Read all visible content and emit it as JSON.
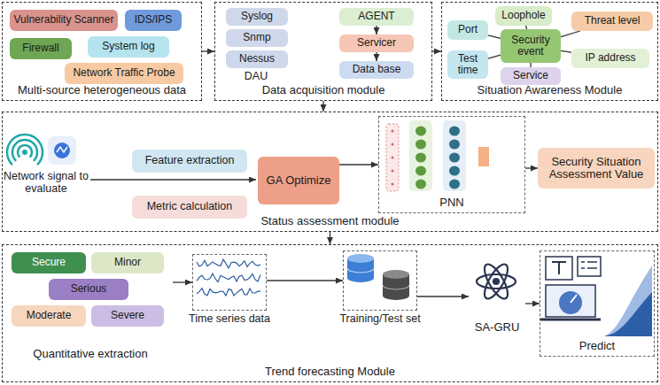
{
  "diagram": {
    "nodes": [
      {
        "text": [
          "Multi-source heterogeneous data"
        ]
      },
      {
        "text": [
          "Vulnerability Scanner"
        ],
        "in": 0
      },
      {
        "text": [
          "IDS/IPS"
        ],
        "in": 0
      },
      {
        "text": [
          "Firewall"
        ],
        "in": 0
      },
      {
        "text": [
          "System log"
        ],
        "in": 0
      },
      {
        "text": [
          "Network Traffic Probe"
        ],
        "in": 0
      },
      {
        "text": [
          "Data acquisition module"
        ]
      },
      {
        "text": [
          "Syslog"
        ],
        "in": 6
      },
      {
        "text": [
          "Snmp"
        ],
        "in": 6
      },
      {
        "text": [
          "Nessus"
        ],
        "in": 6
      },
      {
        "text": [
          "AGENT"
        ],
        "in": 6
      },
      {
        "text": [
          "Servicer"
        ],
        "in": 6
      },
      {
        "text": [
          "Data base"
        ],
        "in": 6
      },
      {
        "text": [
          "Situation Awareness Module"
        ]
      },
      {
        "text": [
          "Port"
        ],
        "in": 13
      },
      {
        "text": [
          "Loophole"
        ],
        "in": 13
      },
      {
        "text": [
          "Security event"
        ],
        "in": 13
      },
      {
        "text": [
          "Threat level"
        ],
        "in": 13
      },
      {
        "text": [
          "Test time"
        ],
        "in": 13
      },
      {
        "text": [
          "IP address"
        ],
        "in": 13
      },
      {
        "text": [
          "Service"
        ],
        "in": 13
      },
      {
        "text": [
          "Status assessment module"
        ]
      },
      {
        "text": [
          "Feature extraction"
        ],
        "in": 21
      },
      {
        "text": [
          "Metric calculation"
        ],
        "in": 21
      },
      {
        "text": [
          "GA Optimize"
        ],
        "in": 21
      },
      {
        "text": [
          "PNN"
        ],
        "in": 21
      },
      {
        "text": [
          "Security Situation Assessment Value"
        ],
        "in": 21
      },
      {
        "text": [
          "Trend forecasting Module"
        ]
      },
      {
        "text": [
          "Quantitative extraction"
        ],
        "in": 27
      },
      {
        "text": [
          "Secure"
        ],
        "in": 28
      },
      {
        "text": [
          "Minor"
        ],
        "in": 28
      },
      {
        "text": [
          "Serious"
        ],
        "in": 28
      },
      {
        "text": [
          "Moderate"
        ],
        "in": 28
      },
      {
        "text": [
          "Severe"
        ],
        "in": 28
      },
      {
        "text": [
          "Time series data"
        ],
        "in": 27
      },
      {
        "text": [
          "Training/Test set"
        ],
        "in": 27
      },
      {
        "text": [
          "SA-GRU"
        ],
        "in": 27
      },
      {
        "text": [
          "Predict"
        ],
        "in": 27
      }
    ],
    "edges": [
      {
        "from": 0,
        "to": 6,
        "arrow": "to"
      },
      {
        "from": 6,
        "to": 13,
        "arrow": "to"
      },
      {
        "from": 6,
        "to": 21,
        "arrow": "to"
      },
      {
        "from": 10,
        "to": 11,
        "arrow": "to"
      },
      {
        "from": 11,
        "to": 12,
        "arrow": "to"
      },
      {
        "from": 16,
        "to": 14,
        "arrow": "none"
      },
      {
        "from": 16,
        "to": 15,
        "arrow": "none"
      },
      {
        "from": 16,
        "to": 17,
        "arrow": "none"
      },
      {
        "from": 16,
        "to": 18,
        "arrow": "none"
      },
      {
        "from": 16,
        "to": 19,
        "arrow": "none"
      },
      {
        "from": 16,
        "to": 20,
        "arrow": "none"
      },
      {
        "from": 24,
        "to": 25,
        "arrow": "to"
      },
      {
        "from": 25,
        "to": 26,
        "arrow": "to"
      },
      {
        "from": 21,
        "to": 27,
        "arrow": "to"
      },
      {
        "from": 28,
        "to": 34,
        "arrow": "to"
      },
      {
        "from": 34,
        "to": 35,
        "arrow": "to"
      },
      {
        "from": 35,
        "to": 36,
        "arrow": "to"
      },
      {
        "from": 36,
        "to": 37,
        "arrow": "to"
      }
    ],
    "labels": [
      "DAU",
      "Network signal to evaluate"
    ]
  }
}
